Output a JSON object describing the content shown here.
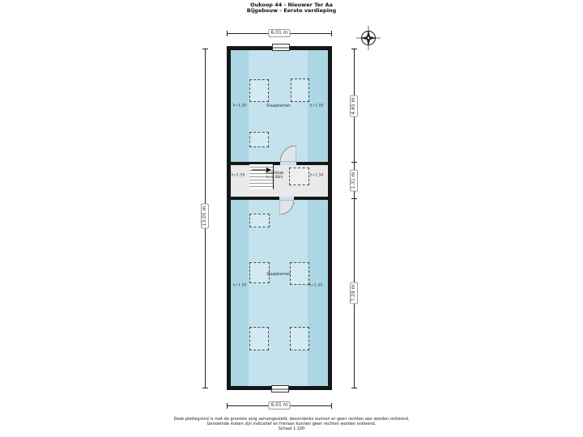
{
  "title": {
    "line1": "Oukoop 44 - Nieuwer Ter Aa",
    "line2": "Bijgebouw - Eerste verdieping"
  },
  "dimensions": {
    "top_width": "6.01 m",
    "bottom_width": "6.01 m",
    "left_height": "13.05 m",
    "right_top": "4.45 m",
    "right_middle": "1.31 m",
    "right_bottom": "7.29 m"
  },
  "rooms": {
    "top_bedroom": {
      "name": "Slaapkamer",
      "height_left": "h=1.50",
      "height_right": "h=1.50"
    },
    "landing": {
      "name": "Overloop",
      "ceiling_height": "h=2.08m",
      "height_left": "h=1.50",
      "height_right": "h=1.50"
    },
    "bottom_bedroom": {
      "name": "Slaapkamer",
      "height_left": "h=1.50",
      "height_right": "h=1.50"
    }
  },
  "footer": {
    "line1": "Deze plattegrond is met de grootste zorg samengesteld, desondanks kunnen er geen rechten aan worden ontleend.",
    "line2": "Genoemde maten zijn indicatief en hieraan kunnen geen rechten worden ontleend.",
    "line3": "Schaal 1:100"
  },
  "colors": {
    "floor_center": "#c3e2ed",
    "floor_low_headroom": "#abd6e3",
    "landing_floor": "#e9e9e9",
    "wall": "#161616"
  }
}
